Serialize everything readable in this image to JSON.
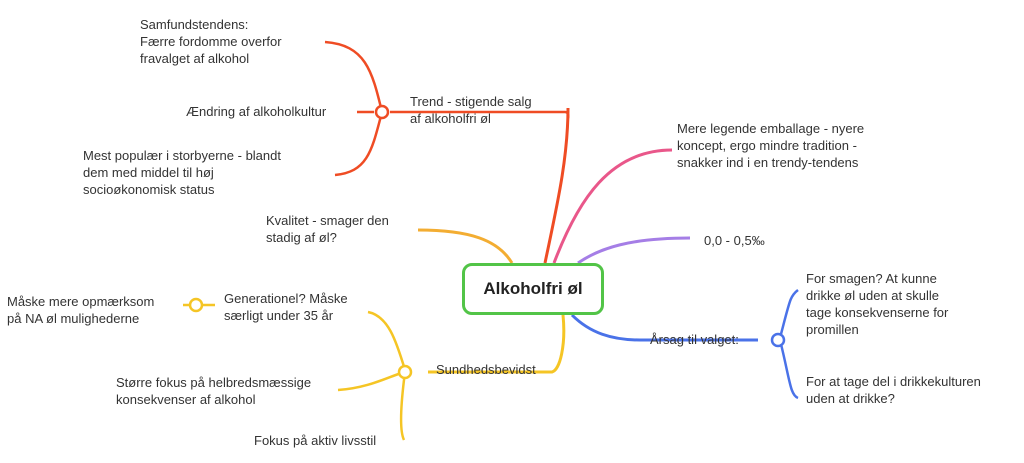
{
  "root": {
    "label": "Alkoholfri øl"
  },
  "colors": {
    "root_border": "#52c447",
    "trend": "#ef4c24",
    "emballage": "#e9578a",
    "promille": "#a57ee6",
    "aarsag": "#4a72e8",
    "sundhed": "#f5c525",
    "kvalitet": "#f3ad32"
  },
  "branches": {
    "trend": {
      "label": "Trend - stigende salg\naf alkoholfri øl",
      "children": [
        "Samfundstendens:\nFærre fordomme overfor\nfravalget af alkohol",
        "Ændring af alkoholkultur",
        "Mest populær i storbyerne - blandt\ndem med middel til høj\nsocioøkonomisk status"
      ]
    },
    "emballage": {
      "label": "Mere legende emballage - nyere\nkoncept, ergo mindre tradition -\nsnakker ind i en trendy-tendens"
    },
    "promille": {
      "label": "0,0 - 0,5‰"
    },
    "kvalitet": {
      "label": "Kvalitet - smager den\nstadig af øl?"
    },
    "aarsag": {
      "label": "Årsag til valget:",
      "children": [
        "For smagen? At kunne\ndrikke øl uden at skulle\ntage konsekvenserne for\npromillen",
        "For at tage del i drikkekulturen\nuden at drikke?"
      ]
    },
    "sundhed": {
      "label": "Sundhedsbevidst",
      "children": [
        "Generationel? Måske\nsærligt under 35 år",
        "Større fokus på helbredsmæssige\nkonsekvenser af alkohol",
        "Fokus på aktiv livsstil"
      ],
      "grandchild": "Måske mere opmærksom\npå NA øl mulighederne"
    }
  }
}
